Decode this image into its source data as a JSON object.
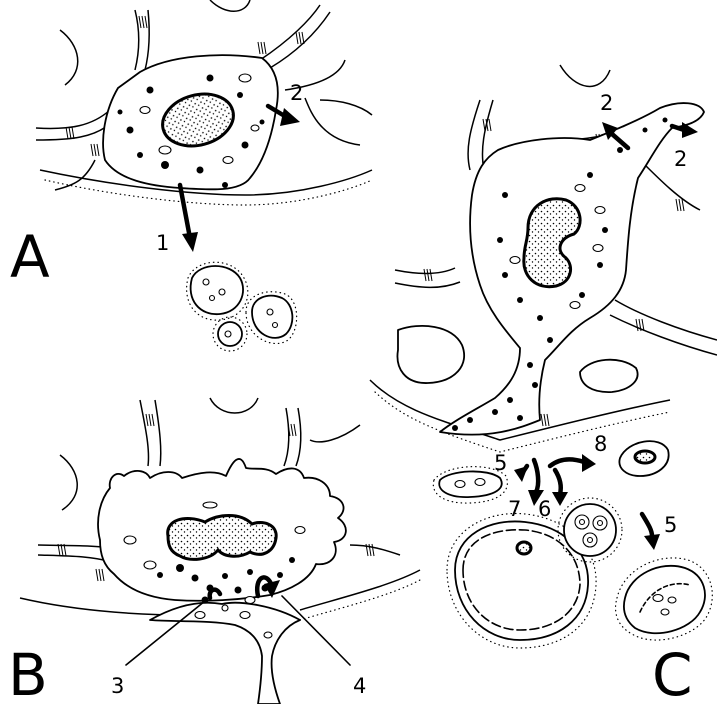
{
  "panels": [
    {
      "letter": "A",
      "labels": [
        "1",
        "2"
      ]
    },
    {
      "letter": "B",
      "labels": [
        "3",
        "4"
      ]
    },
    {
      "letter": "C",
      "labels": [
        "2",
        "2",
        "5",
        "8",
        "7",
        "6",
        "5"
      ]
    }
  ]
}
